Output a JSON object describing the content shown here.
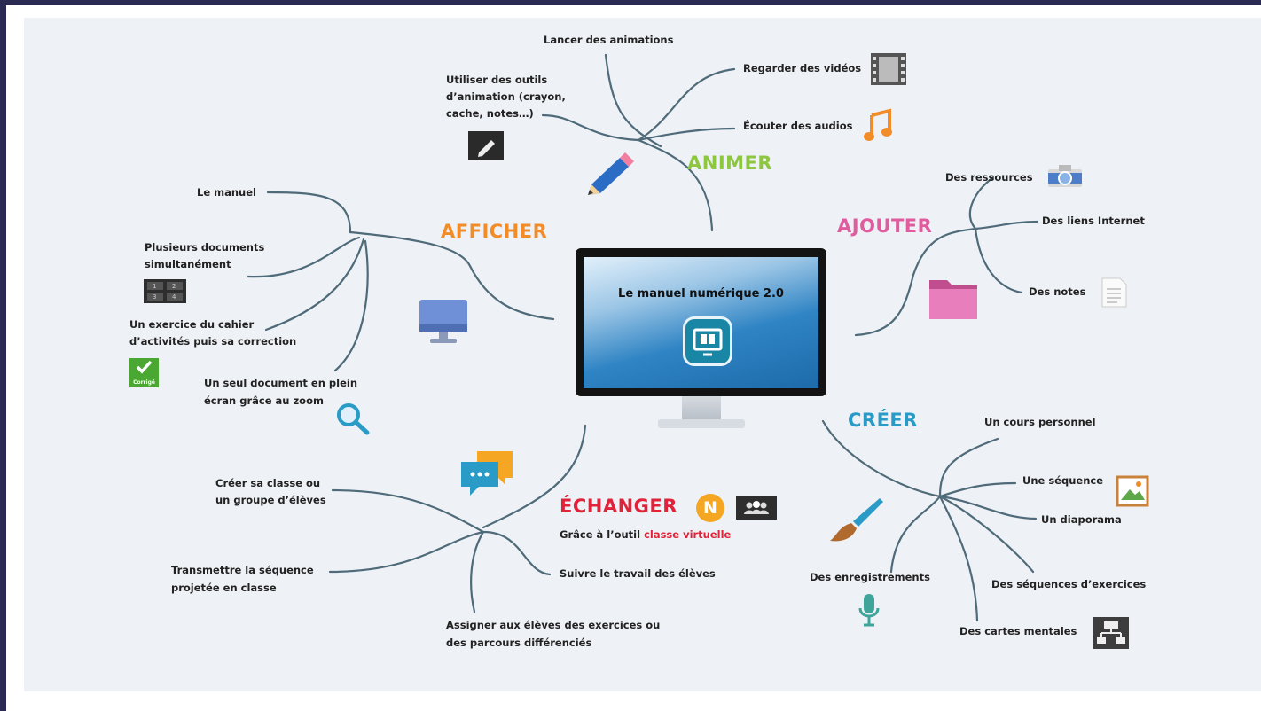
{
  "colors": {
    "animer": "#8dc63f",
    "afficher": "#f28c28",
    "ajouter": "#e05c9f",
    "creer": "#2a9bc7",
    "echanger": "#e0233a",
    "line": "#4f6b7a",
    "text": "#222222"
  },
  "center": {
    "title": "Le manuel numérique 2.0",
    "icon": "monitor-book-icon"
  },
  "animer": {
    "title": "ANIMER",
    "items": {
      "lancer": "Lancer des animations",
      "outils_1": "Utiliser des outils",
      "outils_2": "d’animation (crayon,",
      "outils_3": "cache, notes…)",
      "videos": "Regarder des vidéos",
      "audios": "Écouter des audios"
    },
    "icons": [
      "pencil-icon",
      "film-icon",
      "music-note-icon",
      "pen-square-icon"
    ]
  },
  "afficher": {
    "title": "AFFICHER",
    "items": {
      "manuel": "Le manuel",
      "plusieurs_1": "Plusieurs documents",
      "plusieurs_2": "simultanément",
      "exercice_1": "Un exercice du cahier",
      "exercice_2": "d’activités puis sa correction",
      "seul_1": "Un seul document en plein",
      "seul_2": "écran grâce au zoom"
    },
    "badge": "Corrigé",
    "grid_labels": [
      "1",
      "2",
      "3",
      "4"
    ],
    "icons": [
      "monitor-icon",
      "grid-icon",
      "check-icon",
      "magnifier-icon"
    ]
  },
  "ajouter": {
    "title": "AJOUTER",
    "items": {
      "ressources": "Des ressources",
      "liens": "Des liens Internet",
      "notes": "Des notes"
    },
    "icons": [
      "camera-icon",
      "folder-icon",
      "document-icon"
    ]
  },
  "creer": {
    "title": "CRÉER",
    "items": {
      "cours": "Un cours personnel",
      "sequence": "Une séquence",
      "diaporama": "Un diaporama",
      "enregistrements": "Des enregistrements",
      "exercices": "Des séquences d’exercices",
      "cartes": "Des cartes mentales"
    },
    "icons": [
      "paintbrush-icon",
      "image-icon",
      "microphone-icon",
      "mindmap-icon"
    ]
  },
  "echanger": {
    "title": "ÉCHANGER",
    "badge": "N",
    "subtitle_prefix": "Grâce à l’outil",
    "subtitle_highlight": "classe virtuelle",
    "items": {
      "classe_1": "Créer sa classe ou",
      "classe_2": "un groupe d’élèves",
      "transmettre_1": "Transmettre la séquence",
      "transmettre_2": "projetée en classe",
      "suivre": "Suivre le travail des élèves",
      "assigner_1": "Assigner aux élèves des exercices ou",
      "assigner_2": "des parcours différenciés"
    },
    "icons": [
      "chat-bubbles-icon",
      "group-icon"
    ]
  }
}
